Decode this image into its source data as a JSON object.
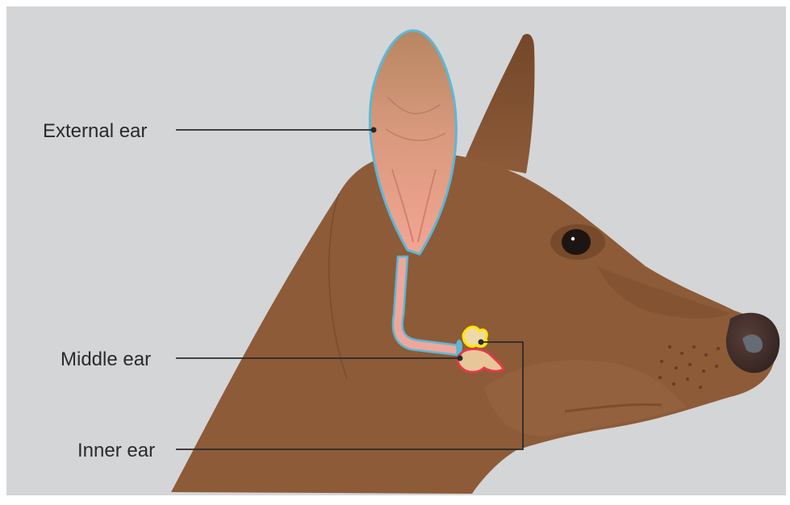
{
  "labels": {
    "external_ear": "External ear",
    "middle_ear": "Middle ear",
    "inner_ear": "Inner ear"
  },
  "colors": {
    "background": "#d4d5d7",
    "fur": "#8d5b38",
    "fur_dark": "#7a4c2d",
    "fur_light": "#9b6843",
    "ear_inner": "#d98f78",
    "ear_pink": "#f0a79b",
    "outline_blue": "#5bb8d6",
    "middle_ear_yellow": "#ffe600",
    "inner_ear_red": "#e23a4a",
    "leader_line": "#2a2a2a"
  },
  "icons": {
    "main": "dog-head-illustration"
  }
}
